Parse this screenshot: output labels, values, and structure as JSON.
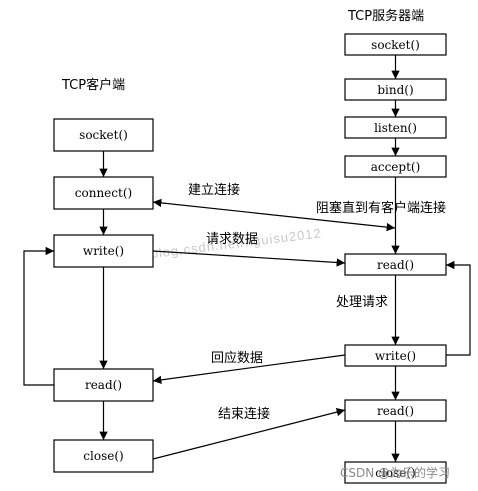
{
  "server_title": "TCP服务器端",
  "client_title": "TCP客户端",
  "client": [
    "socket()",
    "connect()",
    "write()",
    "read()",
    "close()"
  ],
  "server": [
    "socket()",
    "bind()",
    "listen()",
    "accept()",
    "read()",
    "write()",
    "read()",
    "close()"
  ],
  "labels": {
    "connect": "建立连接",
    "block": "阻塞直到有客户端连接",
    "request": "请求数据",
    "process": "处理请求",
    "reply": "回应数据",
    "end": "结束连接"
  },
  "watermark": "http://blog.csdn.net/hguisu2012",
  "signature": "CSDN @为乐的学习"
}
